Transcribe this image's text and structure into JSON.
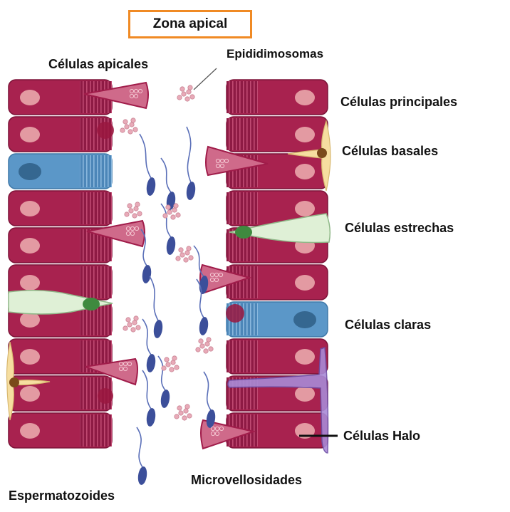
{
  "title": "Zona apical",
  "labels": {
    "apical_cells": "Células apicales",
    "epididymosomes": "Epididimosomas",
    "principal_cells": "Células principales",
    "basal_cells": "Células basales",
    "narrow_cells": "Células estrechas",
    "clear_cells": "Células claras",
    "halo_cells": "Células Halo",
    "microvilli": "Microvellosidades",
    "sperm": "Espermatozoides"
  },
  "colors": {
    "principal_cell": "#a8224f",
    "principal_cell_dark": "#7c1338",
    "nucleus": "#e39aa2",
    "clear_cell": "#5b97c8",
    "narrow_cell": "#dff0d6",
    "narrow_nucleus": "#3f8a3f",
    "basal_cell": "#f6dea0",
    "basal_nucleus": "#7a4a1a",
    "halo_cell": "#a98ad6",
    "apical_cell": "#cf6a8a",
    "sperm": "#3c4f9a",
    "vesicle": "#e8aab8",
    "title_border": "#f08a24"
  }
}
